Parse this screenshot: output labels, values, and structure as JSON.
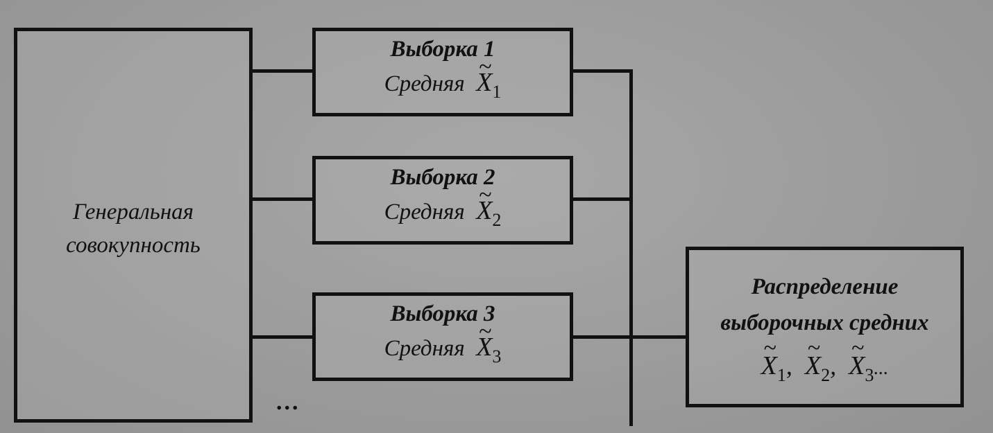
{
  "population": {
    "line1": "Генеральная",
    "line2": "совокупность"
  },
  "samples": [
    {
      "title": "Выборка 1",
      "mean_label": "Средняя",
      "var": "X",
      "sub": "1"
    },
    {
      "title": "Выборка 2",
      "mean_label": "Средняя",
      "var": "X",
      "sub": "2"
    },
    {
      "title": "Выборка 3",
      "mean_label": "Средняя",
      "var": "X",
      "sub": "3"
    }
  ],
  "distribution": {
    "line1": "Распределение",
    "line2": "выборочных средних",
    "var": "X",
    "subs": [
      "1",
      "2",
      "3"
    ],
    "separator": ",",
    "ellipsis": "..."
  },
  "continuation": "..."
}
